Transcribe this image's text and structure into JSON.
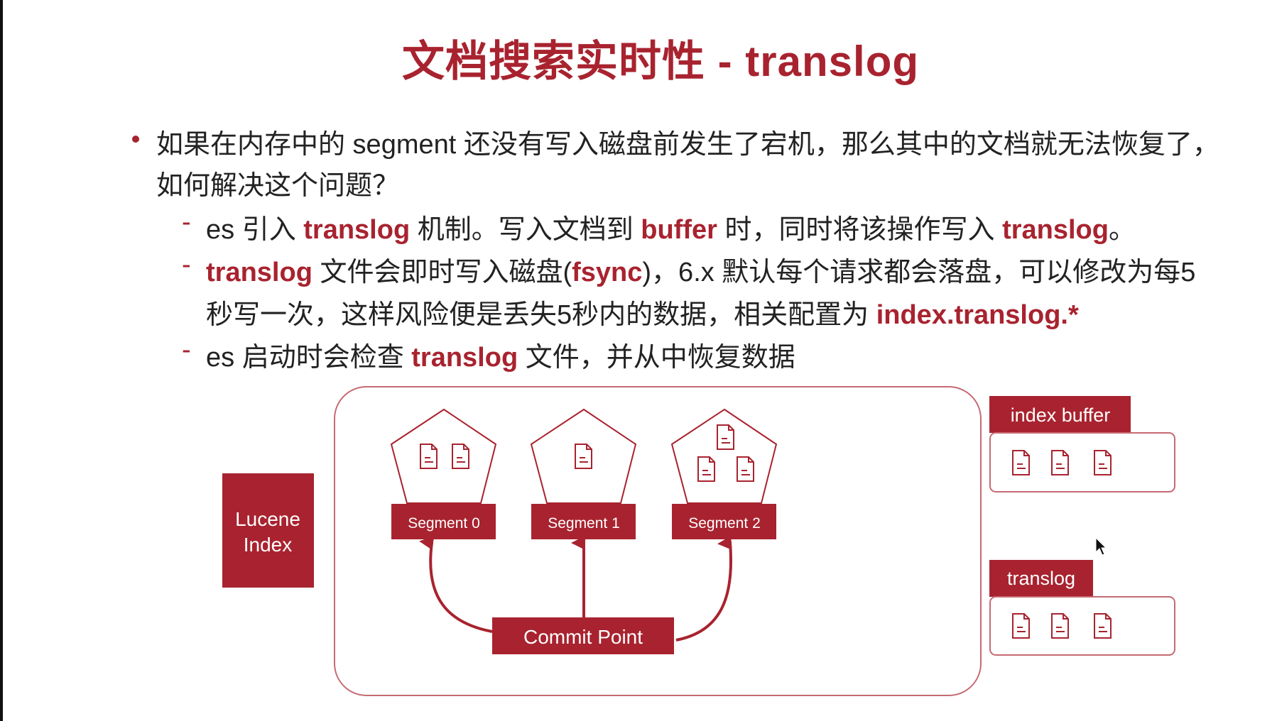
{
  "title": "文档搜索实时性 - translog",
  "bullet": {
    "line1": "如果在内存中的 segment 还没有写入磁盘前发生了宕机，那么其中的文档就无法恢复了，",
    "line2": "如何解决这个问题？"
  },
  "sub1": {
    "p1": "es 引入 ",
    "h1": "translog",
    "p2": " 机制。写入文档到 ",
    "h2": "buffer",
    "p3": " 时，同时将该操作写入 ",
    "h3": "translog",
    "p4": "。"
  },
  "sub2": {
    "h1": "translog",
    "p1": " 文件会即时写入磁盘(",
    "h2": "fsync",
    "p2": ")，6.x 默认每个请求都会落盘，可以修改为每5",
    "p3": "秒写一次，这样风险便是丢失5秒内的数据，相关配置为 ",
    "h3": "index.translog.*"
  },
  "sub3": {
    "p1": "es 启动时会检查 ",
    "h1": "translog",
    "p2": " 文件，并从中恢复数据"
  },
  "diagram": {
    "lucene_line1": "Lucene",
    "lucene_line2": "Index",
    "segments": [
      "Segment 0",
      "Segment 1",
      "Segment 2"
    ],
    "commit_point": "Commit Point",
    "index_buffer": "index buffer",
    "translog": "translog"
  },
  "colors": {
    "accent": "#a8232f",
    "text": "#222222",
    "background": "#ffffff"
  },
  "icons": [
    "document-icon",
    "cursor-icon"
  ]
}
